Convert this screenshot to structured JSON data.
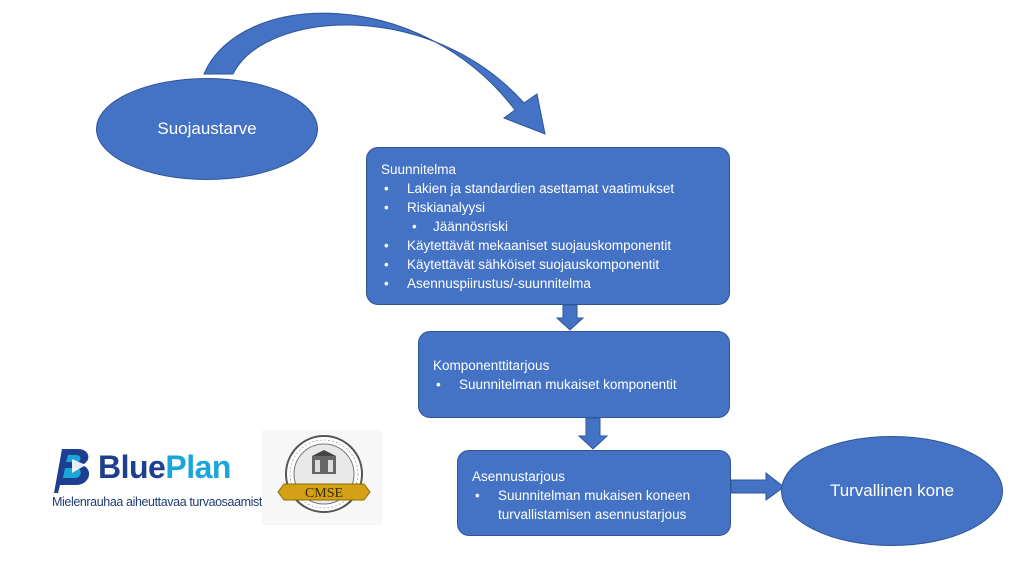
{
  "nodes": {
    "start": {
      "label": "Suojaustarve"
    },
    "plan": {
      "title": "Suunnitelma",
      "items": [
        "Lakien ja standardien asettamat vaatimukset",
        "Riskianalyysi",
        "Jäännösriski",
        "Käytettävät mekaaniset suojauskomponentit",
        "Käytettävät sähköiset suojauskomponentit",
        "Asennuspiirustus/-suunnitelma"
      ]
    },
    "offer": {
      "title": "Komponenttitarjous",
      "items": [
        "Suunnitelman mukaiset komponentit"
      ]
    },
    "install": {
      "title": "Asennustarjous",
      "items": [
        "Suunnitelman mukaisen koneen turvallistamisen asennustarjous"
      ]
    },
    "end": {
      "label": "Turvallinen kone"
    }
  },
  "logos": {
    "blueplan": {
      "name_part1": "Blue",
      "name_part2": "Plan",
      "tagline": "Mielenrauhaa aiheuttavaa turvaosaamista"
    },
    "cmse": {
      "text": "CMSE"
    }
  },
  "colors": {
    "node_fill": "#4472c4",
    "node_border": "#2f5597",
    "blueplan_dark": "#1d3f8f",
    "blueplan_light": "#1aa6d9",
    "cmse_gold": "#d4a017"
  }
}
